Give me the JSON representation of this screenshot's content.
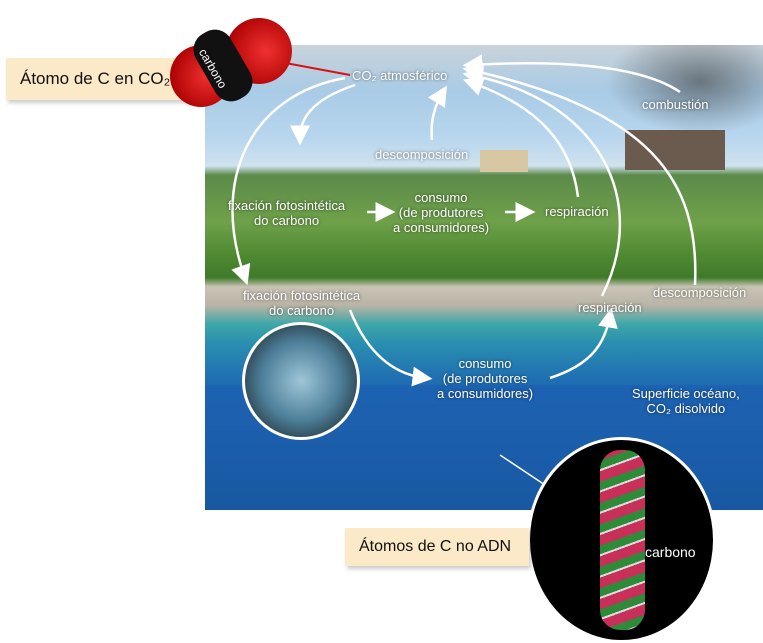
{
  "labels": {
    "co2_atmos": "CO₂ atmosférico",
    "combustion": "combustión",
    "descomp_land": "descomposición",
    "fix_land": "fixación fotosintética\ndo carbono",
    "consumo_land": "consumo\n(de produtores\na consumidores)",
    "resp_land": "respiración",
    "fix_sea": "fixación fotosintética\ndo carbono",
    "resp_sea": "respiración",
    "descomp_sea": "descomposición",
    "consumo_sea": "consumo\n(de produtores\na consumidores)",
    "ocean": "Superficie océano,\nCO₂ disolvido",
    "carbono_dna": "carbono",
    "carbono_atom": "carbono"
  },
  "callouts": {
    "atom": "Átomo de C en CO₂",
    "dna": "Átomos de C no ADN"
  }
}
